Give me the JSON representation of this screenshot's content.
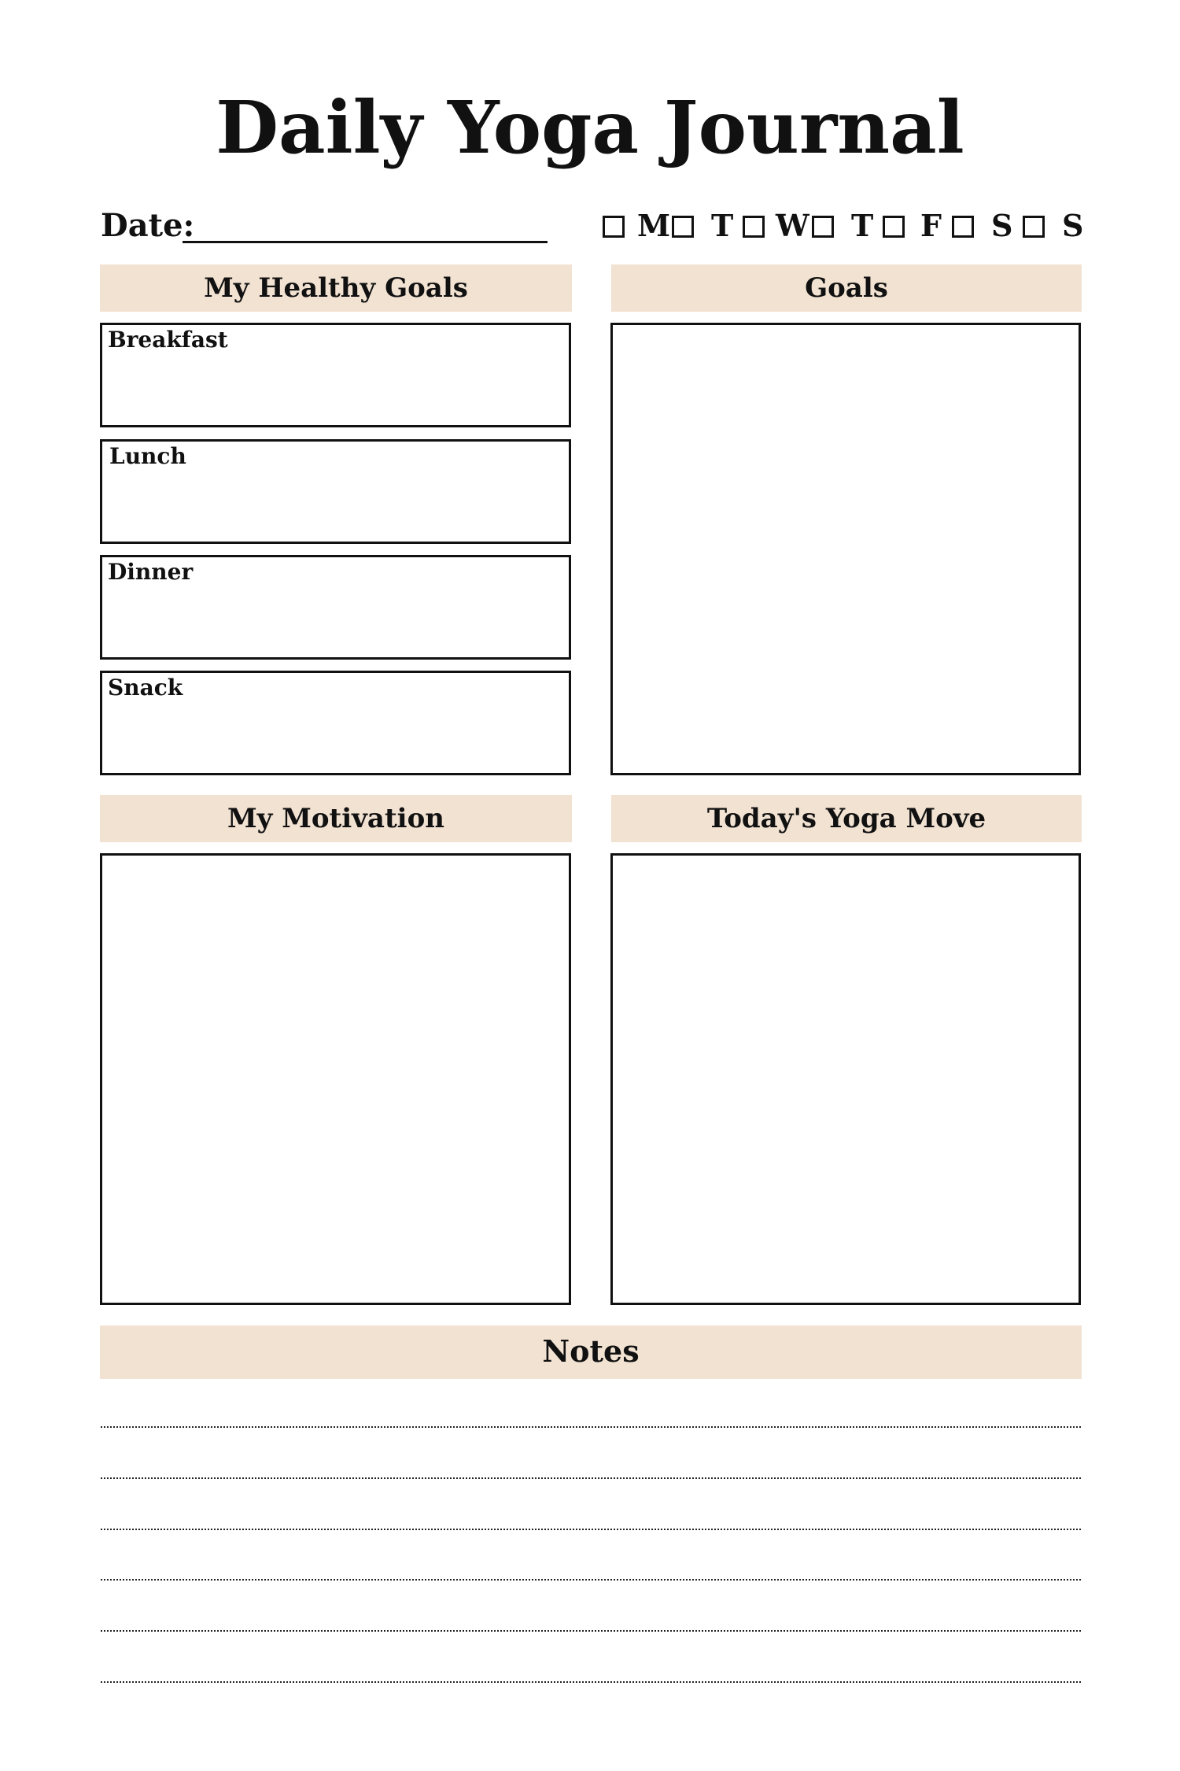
{
  "title": "Daily Yoga Journal",
  "date_label": "Date:",
  "days": [
    "M",
    "T",
    "W",
    "T",
    "F",
    "S",
    "S"
  ],
  "sections": {
    "healthy_goals": {
      "header": "My Healthy Goals",
      "meals": [
        "Breakfast",
        "Lunch",
        "Dinner",
        "Snack"
      ]
    },
    "goals": {
      "header": "Goals"
    },
    "motivation": {
      "header": "My Motivation"
    },
    "yoga_move": {
      "header": "Today's Yoga Move"
    },
    "notes": {
      "header": "Notes",
      "line_count": 6
    }
  },
  "colors": {
    "header_fill": "#f2e2d2",
    "ink": "#111111"
  }
}
